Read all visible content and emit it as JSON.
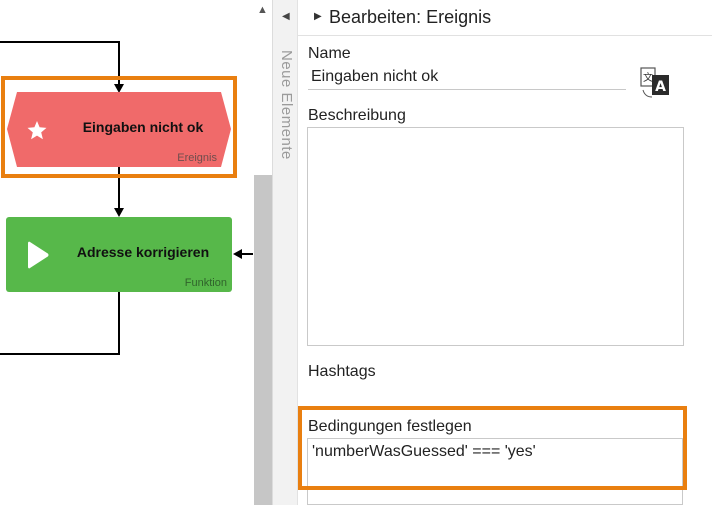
{
  "colors": {
    "event_fill": "#f06a6a",
    "function_fill": "#57b84a",
    "highlight": "#e97f10",
    "connector": "#000000"
  },
  "canvas": {
    "event_node": {
      "label": "Eingaben nicht ok",
      "type": "Ereignis",
      "icon": "star-icon"
    },
    "function_node": {
      "label": "Adresse korrigieren",
      "type": "Funktion",
      "icon": "play-icon"
    }
  },
  "side_tab": {
    "label": "Neue Elemente"
  },
  "panel": {
    "title": "Bearbeiten: Ereignis",
    "name_label": "Name",
    "name_value": "Eingaben nicht ok",
    "translate_icon": "translate-icon",
    "description_label": "Beschreibung",
    "description_value": "",
    "hashtags_label": "Hashtags",
    "conditions_label": "Bedingungen festlegen",
    "conditions_value": "'numberWasGuessed' === 'yes'"
  }
}
